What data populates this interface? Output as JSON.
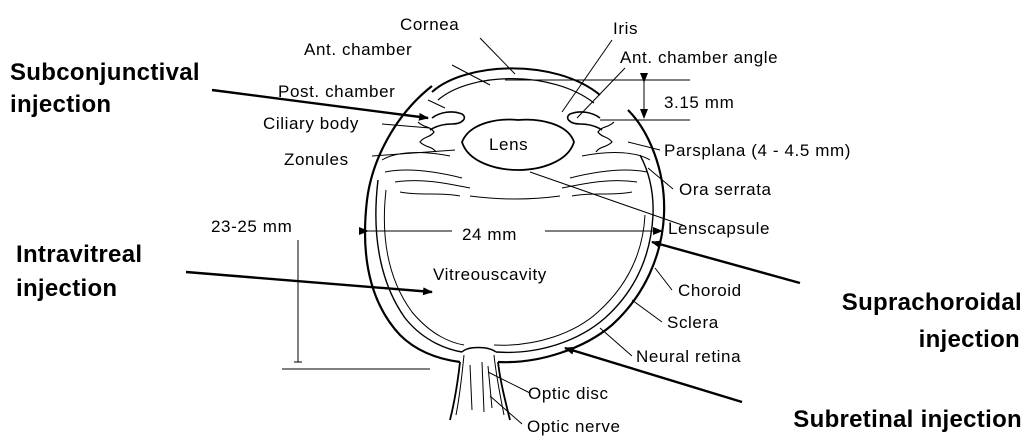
{
  "labels": {
    "cornea": "Cornea",
    "ant_chamber": "Ant. chamber",
    "post_chamber": "Post. chamber",
    "ciliary_body": "Ciliary body",
    "zonules": "Zonules",
    "lens": "Lens",
    "iris": "Iris",
    "ant_chamber_angle": "Ant. chamber angle",
    "measure_315": "3.15 mm",
    "pars_plana": "Parsplana (4 - 4.5 mm)",
    "ora_serrata": "Ora serrata",
    "lens_capsule": "Lenscapsule",
    "measure_24": "24 mm",
    "measure_2325": "23-25  mm",
    "vitreous_cavity": "Vitreouscavity",
    "choroid": "Choroid",
    "sclera": "Sclera",
    "neural_retina": "Neural retina",
    "optic_disc": "Optic disc",
    "optic_nerve": "Optic nerve"
  },
  "injections": {
    "subconjunctival_1": "Subconjunctival",
    "subconjunctival_2": "injection",
    "intravitreal_1": "Intravitreal",
    "intravitreal_2": "injection",
    "suprachoroidal_1": "Suprachoroidal",
    "suprachoroidal_2": "injection",
    "subretinal": "Subretinal injection"
  }
}
